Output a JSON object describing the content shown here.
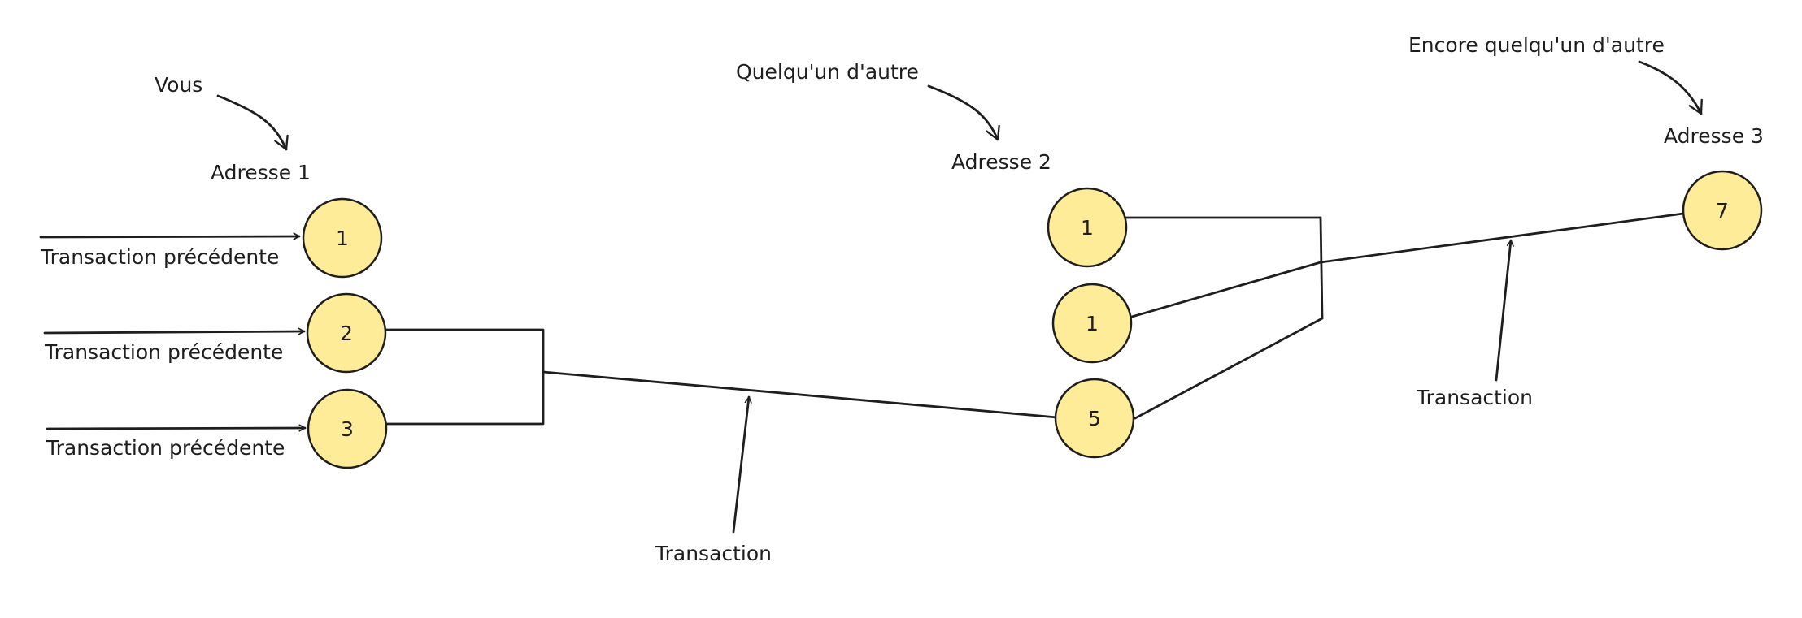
{
  "colors": {
    "coin_fill": "#ffec99",
    "stroke": "#1e1e1e",
    "background": "#ffffff"
  },
  "owners": {
    "you": "Vous",
    "someone_else": "Quelqu'un d'autre",
    "yet_another": "Encore quelqu'un d'autre"
  },
  "addresses": {
    "address_1": "Adresse 1",
    "address_2": "Adresse 2",
    "address_3": "Adresse 3"
  },
  "coins": {
    "a1_coin_1": "1",
    "a1_coin_2": "2",
    "a1_coin_3": "3",
    "a2_coin_1a": "1",
    "a2_coin_1b": "1",
    "a2_coin_5": "5",
    "a3_coin_7": "7"
  },
  "labels": {
    "previous_tx_1": "Transaction précédente",
    "previous_tx_2": "Transaction précédente",
    "previous_tx_3": "Transaction précédente",
    "transaction_1": "Transaction",
    "transaction_2": "Transaction"
  }
}
